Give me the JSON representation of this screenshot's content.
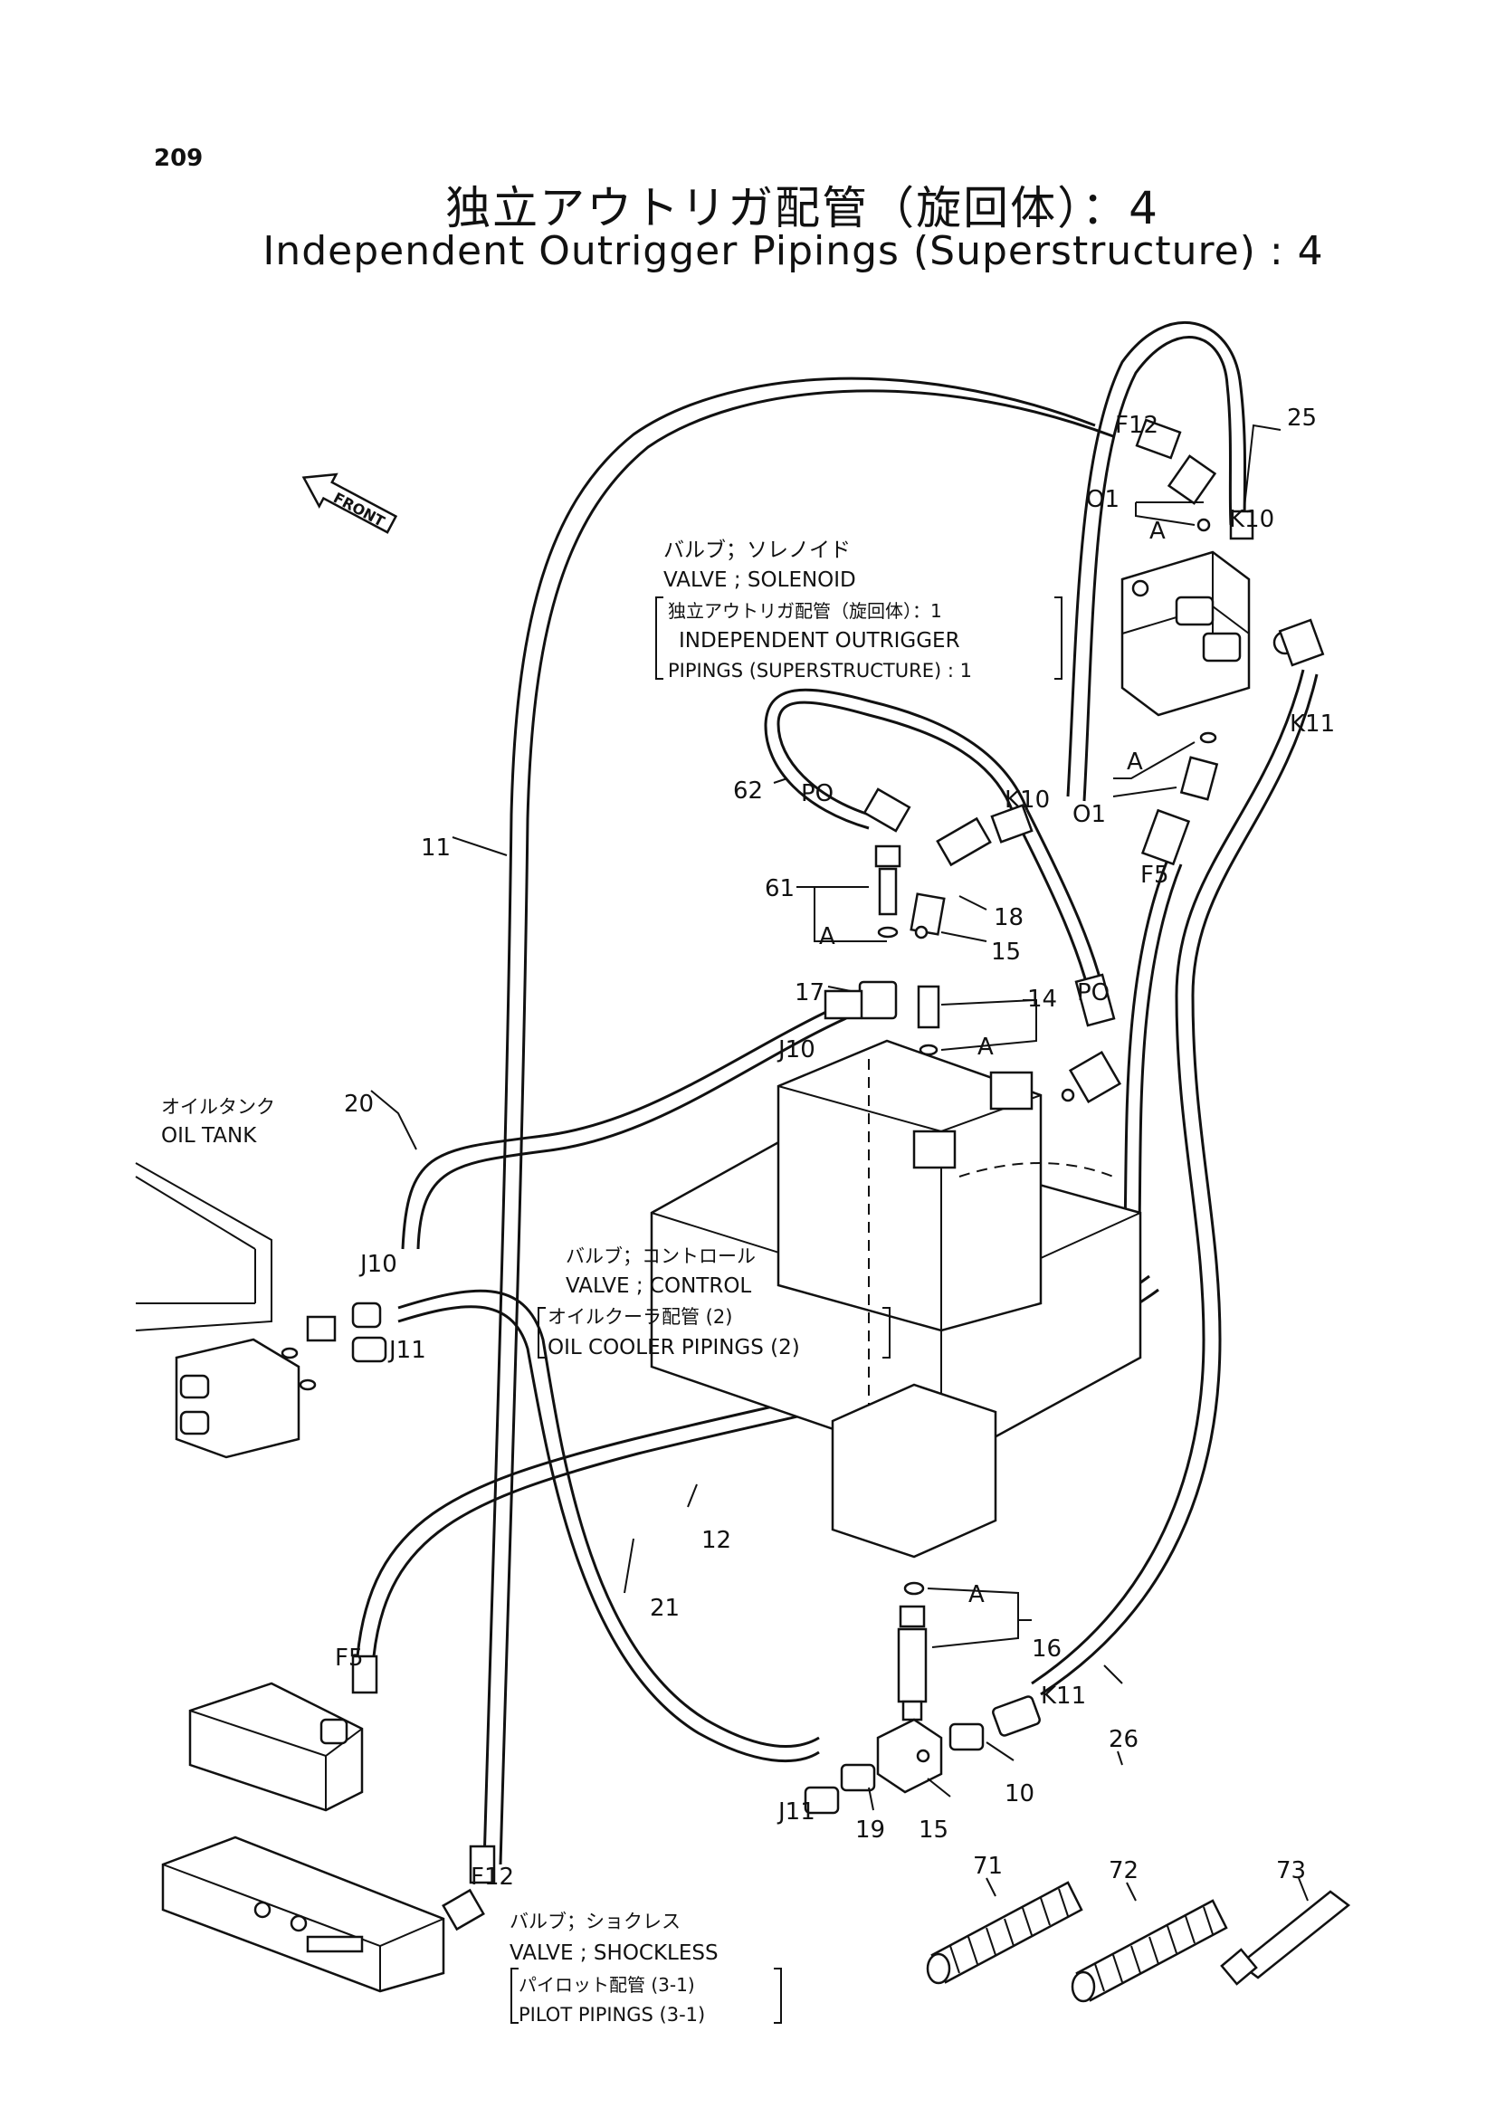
{
  "page_number": "209",
  "title_jp": "独立アウトリガ配管（旋回体）：4",
  "title_en": "Independent Outrigger Pipings (Superstructure) : 4",
  "front_label": "FRONT",
  "notes": {
    "solenoid": [
      "バルブ；ソレノイド",
      "VALVE ; SOLENOID",
      "独立アウトリガ配管（旋回体）：1",
      "INDEPENDENT  OUTRIGGER",
      "PIPINGS  (SUPERSTRUCTURE) : 1"
    ],
    "oil_tank": [
      "オイルタンク",
      "OIL  TANK"
    ],
    "control": [
      "バルブ；コントロール",
      "VALVE ; CONTROL",
      "オイルクーラ配管 (2)",
      "OIL  COOLER  PIPINGS (2)"
    ],
    "shockless": [
      "バルブ；ショクレス",
      "VALVE ; SHOCKLESS",
      "パイロット配管 (3-1)",
      "PILOT  PIPINGS (3-1)"
    ]
  },
  "callouts": {
    "n25": "25",
    "f12_top": "F12",
    "o1_top": "O1",
    "a_top": "A",
    "k10_top": "K10",
    "k11_top": "K11",
    "a_mid": "A",
    "o1_mid": "O1",
    "f5_top": "F5",
    "n62": "62",
    "po_left": "PO",
    "k10_mid": "K10",
    "n11": "11",
    "n61": "61",
    "n18": "18",
    "a_61": "A",
    "n15_top": "15",
    "n17": "17",
    "n14": "14",
    "a_14": "A",
    "po_right": "PO",
    "j10_top": "J10",
    "n20": "20",
    "j10_left": "J10",
    "j11_left": "J11",
    "n12": "12",
    "n21": "21",
    "a_bot": "A",
    "n16": "16",
    "f5_left": "F5",
    "k11_bot": "K11",
    "n26": "26",
    "n10": "10",
    "n15_bot": "15",
    "n19": "19",
    "j11_bot": "J11",
    "f12_bot": "F12",
    "n71": "71",
    "n72": "72",
    "n73": "73"
  }
}
